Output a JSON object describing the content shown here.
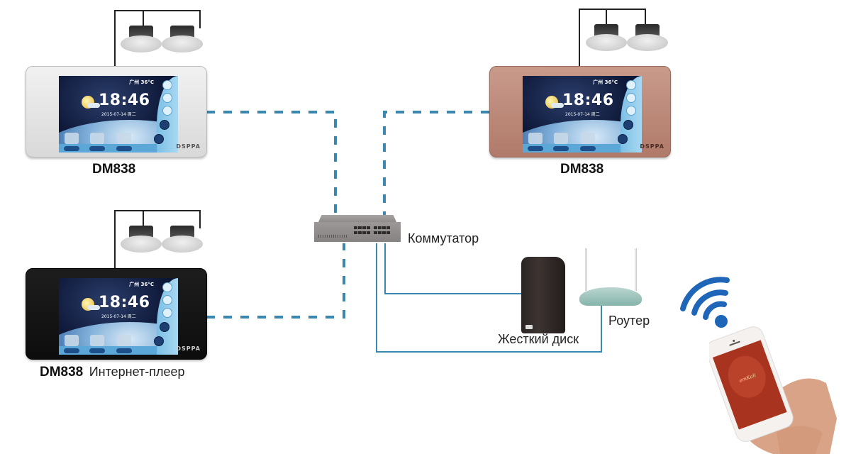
{
  "diagram": {
    "devices": [
      {
        "id": "device-top-left",
        "model_label": "DM838",
        "finish": "white",
        "screen": {
          "city_temp": "广州 36°C",
          "time": "18:46",
          "date": "2015-07-14 周二",
          "brand": "DSPPA"
        }
      },
      {
        "id": "device-top-right",
        "model_label": "DM838",
        "finish": "rose",
        "screen": {
          "city_temp": "广州 36°C",
          "time": "18:46",
          "date": "2015-07-14 周二",
          "brand": "DSPPA"
        }
      },
      {
        "id": "device-bottom-left",
        "model_label": "DM838",
        "caption": "Интернет-плеер",
        "finish": "black",
        "screen": {
          "city_temp": "广州 36°C",
          "time": "18:46",
          "date": "2015-07-14 周二",
          "brand": "DSPPA"
        }
      }
    ],
    "switch": {
      "label": "Коммутатор"
    },
    "hdd": {
      "label": "Жесткий диск"
    },
    "router": {
      "label": "Роутер"
    },
    "colors": {
      "network_line": "#3b87ad",
      "speaker_wire": "#222222",
      "wifi_blue": "#1f66b8"
    },
    "icons": [
      "ceiling-speaker-icon",
      "network-switch-icon",
      "hard-drive-icon",
      "router-icon",
      "wifi-icon",
      "smartphone-icon"
    ]
  }
}
